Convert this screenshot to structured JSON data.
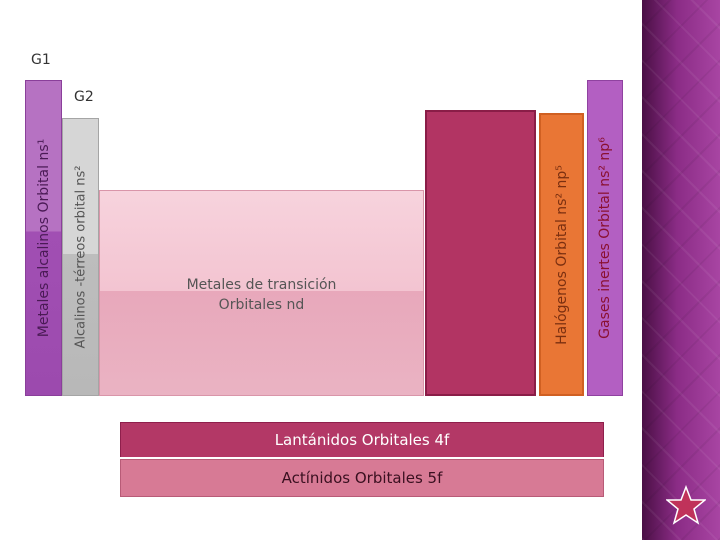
{
  "groups": {
    "g1": "G1",
    "g2": "G2"
  },
  "columns": {
    "alkali": "Metales alcalinos  Orbital  ns¹",
    "alkaline_earth": "Alcalinos -térreos  orbital ns²",
    "halogens": "Halógenos Orbital  ns² np⁵",
    "noble_gases": "Gases inertes Orbital ns² np⁶"
  },
  "transition": {
    "line1": "Metales de transición",
    "line2": "Orbitales  nd"
  },
  "bars": {
    "lanthanides": "Lantánidos Orbitales 4f",
    "actinides": "Actínidos Orbitales 5f"
  },
  "colors": {
    "side_panel": "#8b2c86",
    "alkali": "#b672c2",
    "alkaline_earth": "#d6d6d6",
    "transition": "#f3c4d1",
    "block_p": "#b23463",
    "halogens": "#e97635",
    "noble_gases": "#b35fc2",
    "lanthanides": "#b33866",
    "actinides": "#d77a95",
    "star": "#c0325a"
  }
}
